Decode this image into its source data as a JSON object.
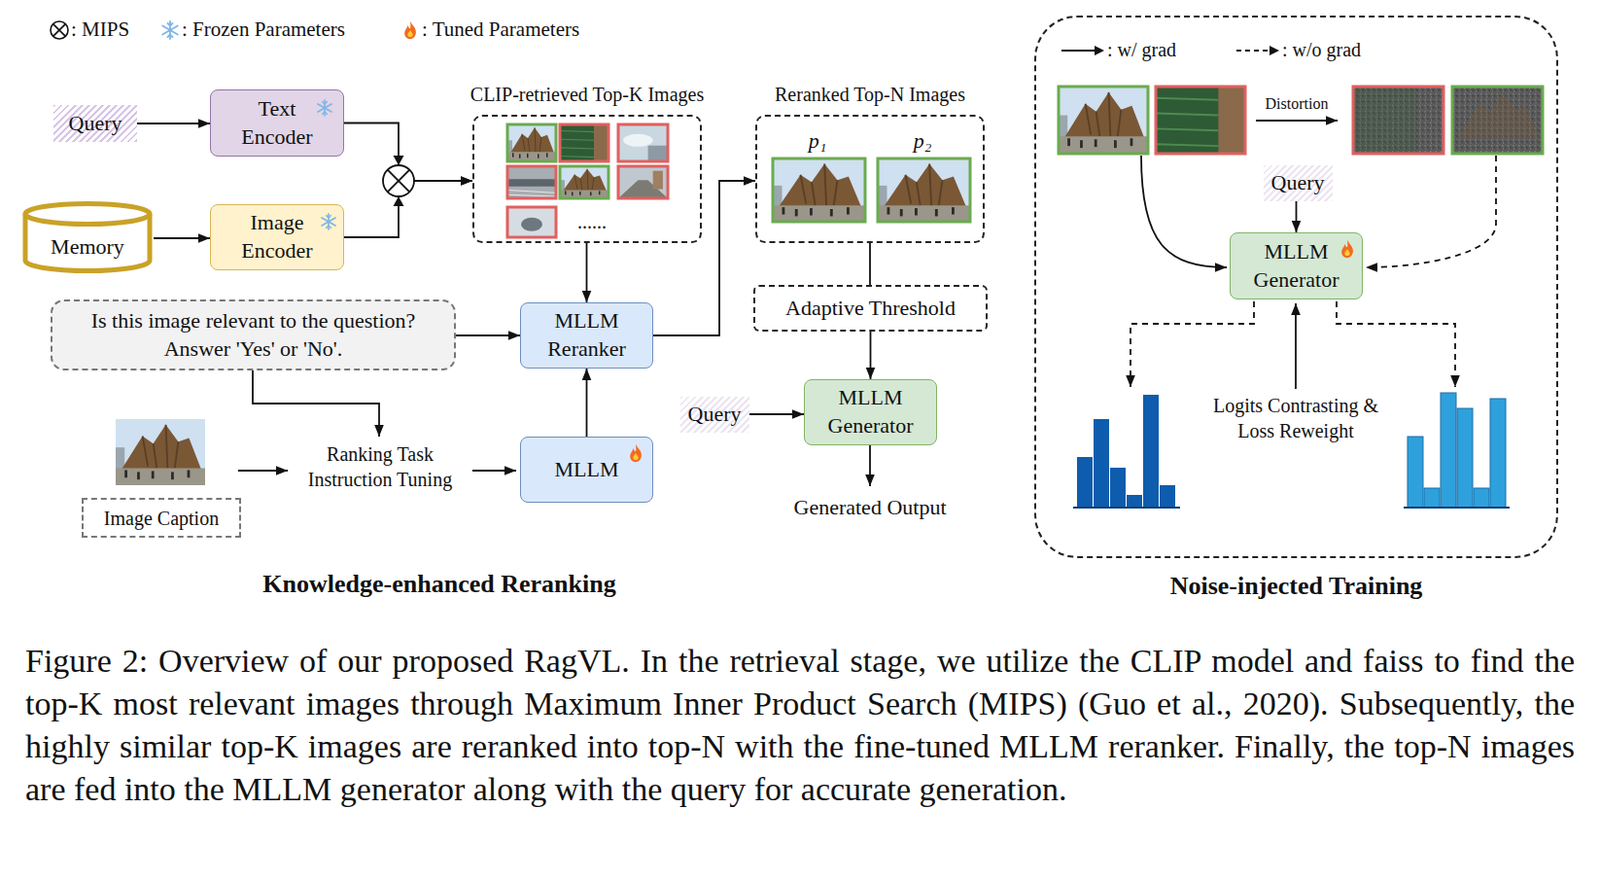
{
  "diagram": {
    "caption": "Figure 2: Overview of our proposed RagVL. In the retrieval stage, we utilize the CLIP model and faiss to find the top-K most relevant images through Maximum Inner Product Search (MIPS) (Guo et al., 2020). Subsequently, the highly similar top-K images are reranked into top-N with the fine-tuned MLLM reranker. Finally, the top-N images are fed into the MLLM generator along with the query for accurate generation.",
    "nodes": [
      {
        "text": [
          "Query"
        ]
      },
      {
        "text": [
          "Text Encoder"
        ]
      },
      {
        "text": [
          "Memory"
        ]
      },
      {
        "text": [
          "Image Encoder"
        ]
      },
      {
        "text": [
          "CLIP-retrieved Top-K Images",
          "......"
        ]
      },
      {
        "text": [
          "Reranked Top-N Images",
          "p₁",
          "p₂"
        ]
      },
      {
        "text": [
          "Is this image relevant to the question? Answer 'Yes' or 'No'."
        ]
      },
      {
        "text": [
          "MLLM Reranker"
        ]
      },
      {
        "text": [
          "MLLM"
        ]
      },
      {
        "text": [
          "Image Caption"
        ]
      },
      {
        "text": [
          "Adaptive Threshold"
        ]
      },
      {
        "text": [
          "Query"
        ]
      },
      {
        "text": [
          "MLLM Generator"
        ]
      },
      {
        "text": [
          "Noise-injected Training"
        ]
      },
      {
        "text": [
          "Query"
        ],
        "in": 13
      },
      {
        "text": [
          "MLLM Generator"
        ],
        "in": 13
      }
    ],
    "edges": [
      {
        "from": 0,
        "to": 1,
        "arrow": "to"
      },
      {
        "from": 2,
        "to": 3,
        "arrow": "to"
      },
      {
        "from": 1,
        "to": 4,
        "arrow": "to"
      },
      {
        "from": 3,
        "to": 4,
        "arrow": "to"
      },
      {
        "from": 4,
        "to": 7,
        "arrow": "to"
      },
      {
        "from": 6,
        "to": 7,
        "arrow": "to"
      },
      {
        "from": 8,
        "to": 7,
        "arrow": "to"
      },
      {
        "from": 7,
        "to": 5,
        "arrow": "to"
      },
      {
        "from": 5,
        "to": 10,
        "arrow": "none"
      },
      {
        "from": 10,
        "to": 12,
        "arrow": "to"
      },
      {
        "from": 11,
        "to": 12,
        "arrow": "to"
      },
      {
        "from": 14,
        "to": 15,
        "arrow": "to"
      }
    ],
    "labels": [
      "Ranking Task Instruction Tuning",
      "Generated Output",
      "Knowledge-enhanced Reranking",
      "Distortion",
      "Logits Contrasting & Loss Reweight"
    ],
    "legend": [
      {
        "text": ": MIPS"
      },
      {
        "text": ": Frozen Parameters"
      },
      {
        "text": ": Tuned Parameters"
      },
      {
        "text": ": w/ grad"
      },
      {
        "text": ": w/o grad"
      }
    ]
  }
}
